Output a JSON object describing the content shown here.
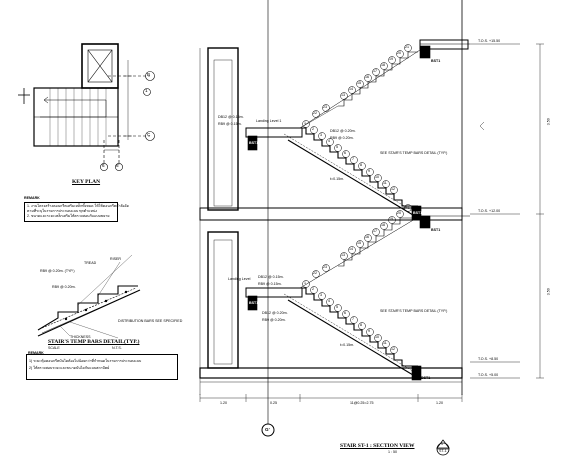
{
  "key_plan": {
    "title": "KEY PLAN",
    "grid_labels": [
      "B",
      "C",
      "1",
      "6",
      "6'"
    ],
    "note_heading": "REMARK",
    "note_lines": [
      "1. งานโครงสร้างคอนกรีตเสริมเหล็กทั้งหมด ให้ใช้คอนกรีตกำลังอัด",
      "ตามที่ระบุในรายการประกอบแบบ ทุกตำแหน่ง",
      "2. ขนาดและระยะเหล็กเสริมให้ตรวจสอบกับแบบขยาย"
    ]
  },
  "temp_bars": {
    "title": "STAIR'S TEMP BARS DETAIL(TYP.)",
    "scale_text": "SCALE",
    "ns_text": "N.T.S.",
    "labels": [
      "TREAD",
      "RISER",
      "THICKNESS",
      "DISTRIBUTION BARS SEE SPECIFIED",
      "RB9 @ 0.20m. (TYP.)",
      "RB9 @ 0.20m."
    ],
    "note_heading": "REMARK",
    "note_lines": [
      "1) ระยะหุ้มคอนกรีตบันไดต้องไม่น้อยกว่าที่กำหนดในรายการประกอบแบบ",
      "2) ให้ตรวจสอบระยะและขนาดบันไดกับแบบสถาปัตย์"
    ]
  },
  "section": {
    "title": "STAIR ST-1 : SECTION VIEW",
    "scale": "1 : 50",
    "callout_top": "1",
    "callout_bottom": "ST-1",
    "grid_bubble": "G'",
    "landing_label_upper": "Landing Level 1",
    "landing_label_lower": "Landing Level",
    "beam_tags": [
      "BST1",
      "BST1",
      "BST1",
      "BST1",
      "BST1",
      "BST1"
    ],
    "bar_labels": [
      "DB12 @ 0.15m.",
      "RB9 @ 0.15m.",
      "DB12 @ 0.20m.",
      "RB9 @ 0.20m."
    ],
    "temp_bar_label": "SEE STAIR'S TEMP BARS DETAIL (TYP.)",
    "thickness_label": "t=0.15m.",
    "level_labels": [
      "T.O.S. +15.50",
      "T.O.S. +12.00",
      "T.O.S. +8.50",
      "T.O.S. +5.00"
    ],
    "upper_flight_steps": [
      "1",
      "2",
      "3",
      "4",
      "5",
      "6",
      "7",
      "8",
      "9",
      "10",
      "11",
      "12",
      "13",
      "14",
      "15",
      "16",
      "17",
      "18",
      "19",
      "20",
      "21",
      "22",
      "23"
    ],
    "lower_flight_steps": [
      "1",
      "2",
      "3",
      "4",
      "5",
      "6",
      "7",
      "8",
      "9",
      "10",
      "11",
      "12",
      "13",
      "14",
      "15",
      "16",
      "17",
      "18",
      "19",
      "20",
      "21",
      "22",
      "23"
    ],
    "dimension_labels": [
      "1.20",
      "0.25",
      "11@0.25=2.75",
      "1.20",
      "3.50",
      "3.50"
    ]
  }
}
